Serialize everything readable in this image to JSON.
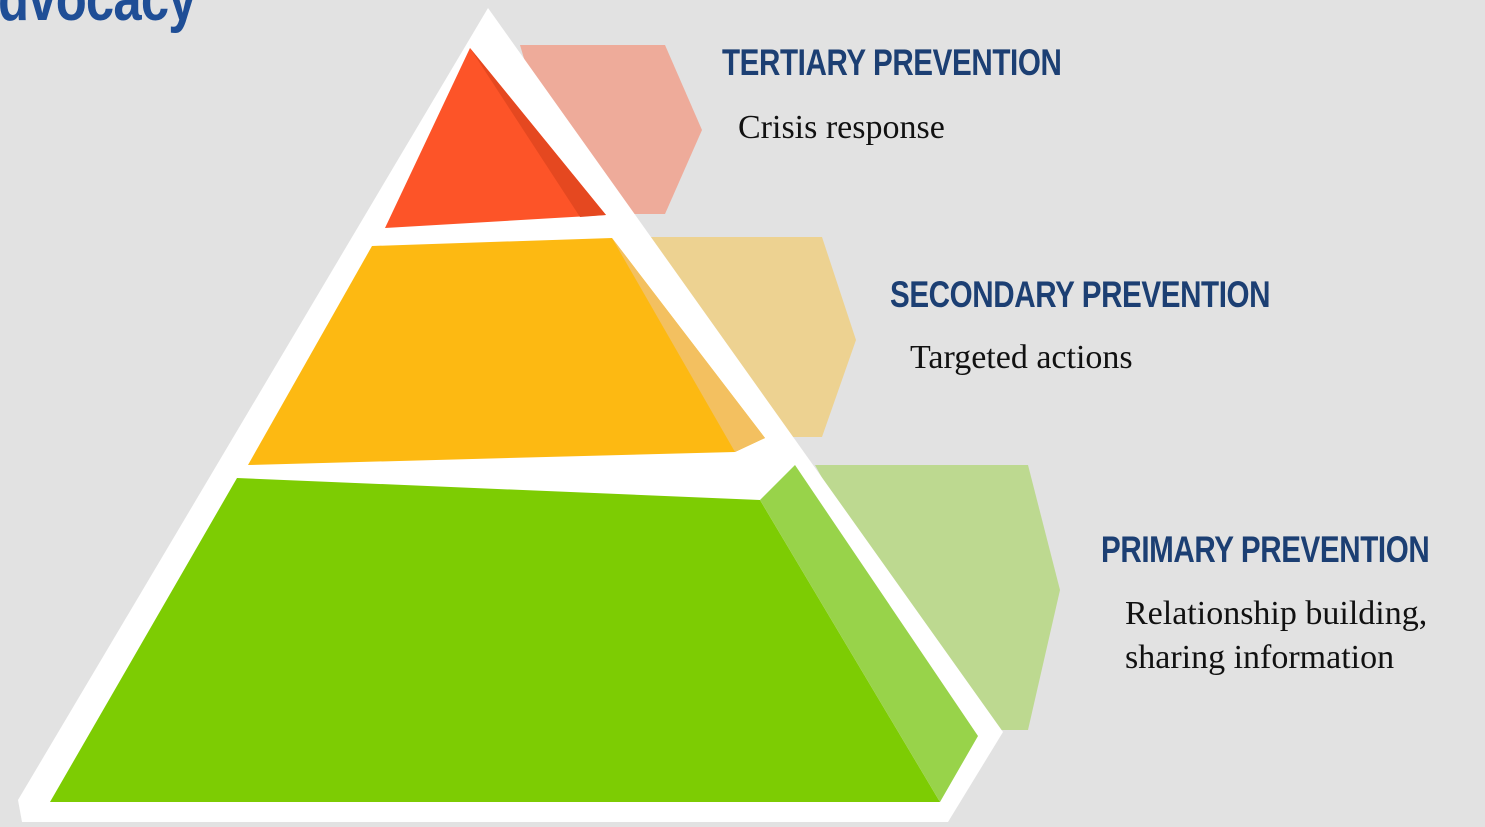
{
  "title": "dvocacy",
  "colors": {
    "background": "#e2e2e2",
    "title": "#1f4e96",
    "heading": "#1c3f73",
    "tertiary": "#fd5428",
    "tertiary_tab": "#eeab9a",
    "secondary": "#fdb912",
    "secondary_tab": "#edd291",
    "primary": "#7dcc03",
    "primary_tab": "#bdd990"
  },
  "levels": [
    {
      "heading": "TERTIARY PREVENTION",
      "description": "Crisis response"
    },
    {
      "heading": "SECONDARY PREVENTION",
      "description": "Targeted actions"
    },
    {
      "heading": "PRIMARY PREVENTION",
      "description_lines": [
        "Relationship building,",
        "sharing information"
      ]
    }
  ]
}
